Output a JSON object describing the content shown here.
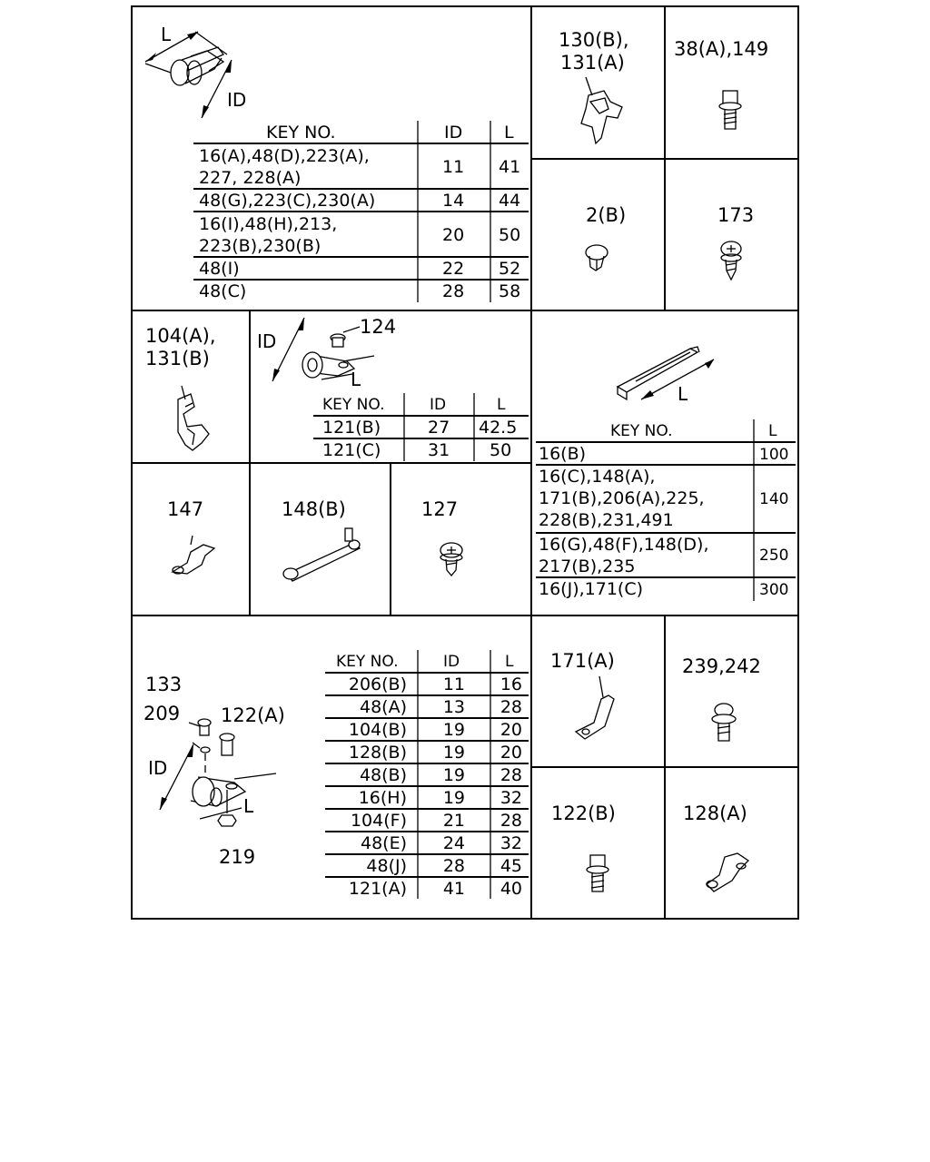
{
  "cells": {
    "clamp_top": {
      "dim_l": "L",
      "dim_id": "ID",
      "table": {
        "headers": [
          "KEY NO.",
          "ID",
          "L"
        ],
        "rows": [
          {
            "key": [
              "16(A),48(D),223(A),",
              "227, 228(A)"
            ],
            "id": "11",
            "l": "41"
          },
          {
            "key": [
              "48(G),223(C),230(A)"
            ],
            "id": "14",
            "l": "44"
          },
          {
            "key": [
              "16(I),48(H),213,",
              "223(B),230(B)"
            ],
            "id": "20",
            "l": "50"
          },
          {
            "key": [
              "48(I)"
            ],
            "id": "22",
            "l": "52"
          },
          {
            "key": [
              "48(C)"
            ],
            "id": "28",
            "l": "58"
          }
        ]
      }
    },
    "part_130b": {
      "label_lines": [
        "130(B),",
        "131(A)"
      ]
    },
    "part_38a": {
      "label": "38(A),149"
    },
    "part_2b": {
      "label": "2(B)"
    },
    "part_173": {
      "label": "173"
    },
    "part_104a": {
      "label_lines": [
        "104(A),",
        "131(B)"
      ]
    },
    "clamp_mid": {
      "screw_label": "124",
      "dim_id": "ID",
      "dim_l": "L",
      "table": {
        "headers": [
          "KEY NO.",
          "ID",
          "L"
        ],
        "rows": [
          {
            "key": "121(B)",
            "id": "27",
            "l": "42.5"
          },
          {
            "key": "121(C)",
            "id": "31",
            "l": "50"
          }
        ]
      }
    },
    "tie": {
      "dim_l": "L",
      "table": {
        "headers": [
          "KEY NO.",
          "L"
        ],
        "rows": [
          {
            "key": [
              "16(B)"
            ],
            "l": "100"
          },
          {
            "key": [
              "16(C),148(A),",
              "171(B),206(A),225,",
              "228(B),231,491"
            ],
            "l": "140"
          },
          {
            "key": [
              "16(G),48(F),148(D),",
              "217(B),235"
            ],
            "l": "250"
          },
          {
            "key": [
              "16(J),171(C)"
            ],
            "l": "300"
          }
        ]
      }
    },
    "part_147": {
      "label": "147"
    },
    "part_148b": {
      "label": "148(B)"
    },
    "part_127": {
      "label": "127"
    },
    "clamp_bottom": {
      "labels": {
        "screw": "133",
        "washer": "209",
        "bolt": "122(A)",
        "nut": "219",
        "dim_id": "ID",
        "dim_l": "L"
      },
      "table": {
        "headers": [
          "KEY NO.",
          "ID",
          "L"
        ],
        "rows": [
          {
            "key": "206(B)",
            "id": "11",
            "l": "16"
          },
          {
            "key": "48(A)",
            "id": "13",
            "l": "28"
          },
          {
            "key": "104(B)",
            "id": "19",
            "l": "20"
          },
          {
            "key": "128(B)",
            "id": "19",
            "l": "20"
          },
          {
            "key": "48(B)",
            "id": "19",
            "l": "28"
          },
          {
            "key": "16(H)",
            "id": "19",
            "l": "32"
          },
          {
            "key": "104(F)",
            "id": "21",
            "l": "28"
          },
          {
            "key": "48(E)",
            "id": "24",
            "l": "32"
          },
          {
            "key": "48(J)",
            "id": "28",
            "l": "45"
          },
          {
            "key": "121(A)",
            "id": "41",
            "l": "40"
          }
        ]
      }
    },
    "part_171a": {
      "label": "171(A)"
    },
    "part_239": {
      "label": "239,242"
    },
    "part_122b": {
      "label": "122(B)"
    },
    "part_128a": {
      "label": "128(A)"
    }
  }
}
